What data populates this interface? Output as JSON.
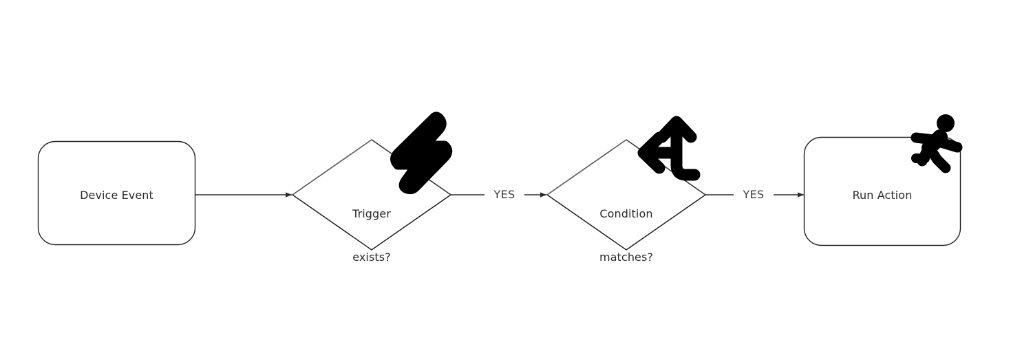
{
  "diagram": {
    "type": "flowchart",
    "orientation": "left-to-right",
    "background_color": "#ffffff",
    "stroke_color": "#1f1f1f",
    "text_color": "#2b2b2b",
    "icon_color": "#000000",
    "nodes": [
      {
        "id": "device-event",
        "shape": "rounded-rectangle",
        "label": "Device Event",
        "icon": null
      },
      {
        "id": "trigger-exists",
        "shape": "diamond",
        "label_line1": "Trigger",
        "label_line2": "exists?",
        "icon": "lightning-bolt-icon"
      },
      {
        "id": "condition-matches",
        "shape": "diamond",
        "label_line1": "Condition",
        "label_line2": "matches?",
        "icon": "branching-arrow-icon"
      },
      {
        "id": "run-action",
        "shape": "rounded-rectangle",
        "label": "Run Action",
        "icon": "running-person-icon"
      }
    ],
    "edges": [
      {
        "id": "edge-1",
        "from": "device-event",
        "to": "trigger-exists",
        "label": ""
      },
      {
        "id": "edge-2",
        "from": "trigger-exists",
        "to": "condition-matches",
        "label": "YES"
      },
      {
        "id": "edge-3",
        "from": "condition-matches",
        "to": "run-action",
        "label": "YES"
      }
    ]
  }
}
